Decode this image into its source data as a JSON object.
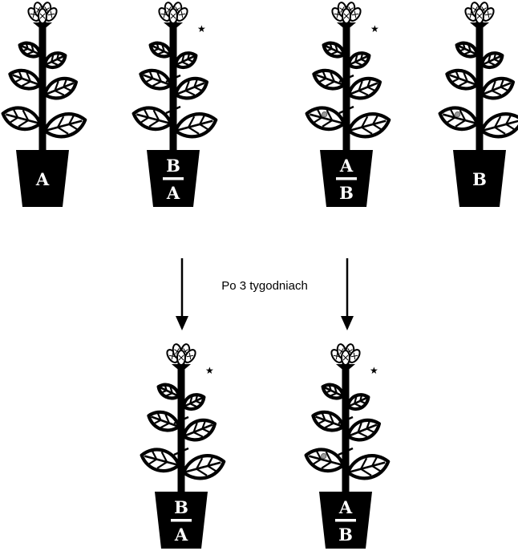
{
  "caption": "Po 3 tygodniach",
  "colors": {
    "ink": "#000000",
    "paper": "#ffffff",
    "spot": "#9a9a9a"
  },
  "star_symbol": "★",
  "plants": [
    {
      "id": "plant-a",
      "top": "",
      "bottom": "A",
      "star": false,
      "spots": false,
      "graft_marks": false
    },
    {
      "id": "plant-b-over-a",
      "top": "B",
      "bottom": "A",
      "star": true,
      "spots": false,
      "graft_marks": true
    },
    {
      "id": "plant-a-over-b",
      "top": "A",
      "bottom": "B",
      "star": true,
      "spots": true,
      "graft_marks": true
    },
    {
      "id": "plant-b",
      "top": "",
      "bottom": "B",
      "star": false,
      "spots": true,
      "graft_marks": false
    },
    {
      "id": "plant-b-over-a-after",
      "top": "B",
      "bottom": "A",
      "star": true,
      "spots": false,
      "graft_marks": true
    },
    {
      "id": "plant-a-over-b-after",
      "top": "A",
      "bottom": "B",
      "star": true,
      "spots": true,
      "graft_marks": true
    }
  ]
}
